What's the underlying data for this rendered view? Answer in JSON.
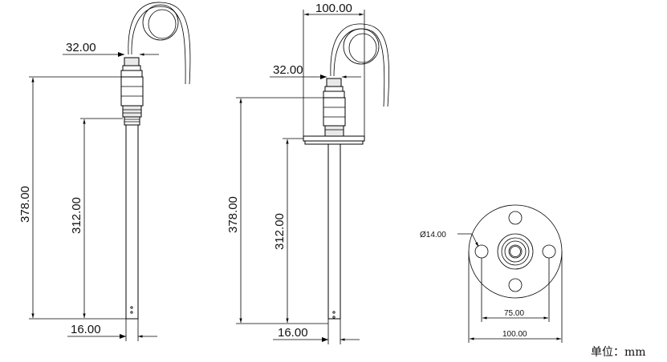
{
  "views": {
    "left": {
      "dim_cable_dia": "32.00",
      "dim_total_length": "378.00",
      "dim_probe_length": "312.00",
      "dim_tube_dia": "16.00"
    },
    "middle": {
      "dim_cable_loop": "100.00",
      "dim_cable_dia": "32.00",
      "dim_total_length": "378.00",
      "dim_probe_length": "312.00",
      "dim_tube_dia": "16.00"
    },
    "flange": {
      "dim_hole_dia": "Ø14.00",
      "dim_bolt_circle": "75.00",
      "dim_outer_dia": "100.00"
    }
  },
  "unit_label": "单位：mm"
}
